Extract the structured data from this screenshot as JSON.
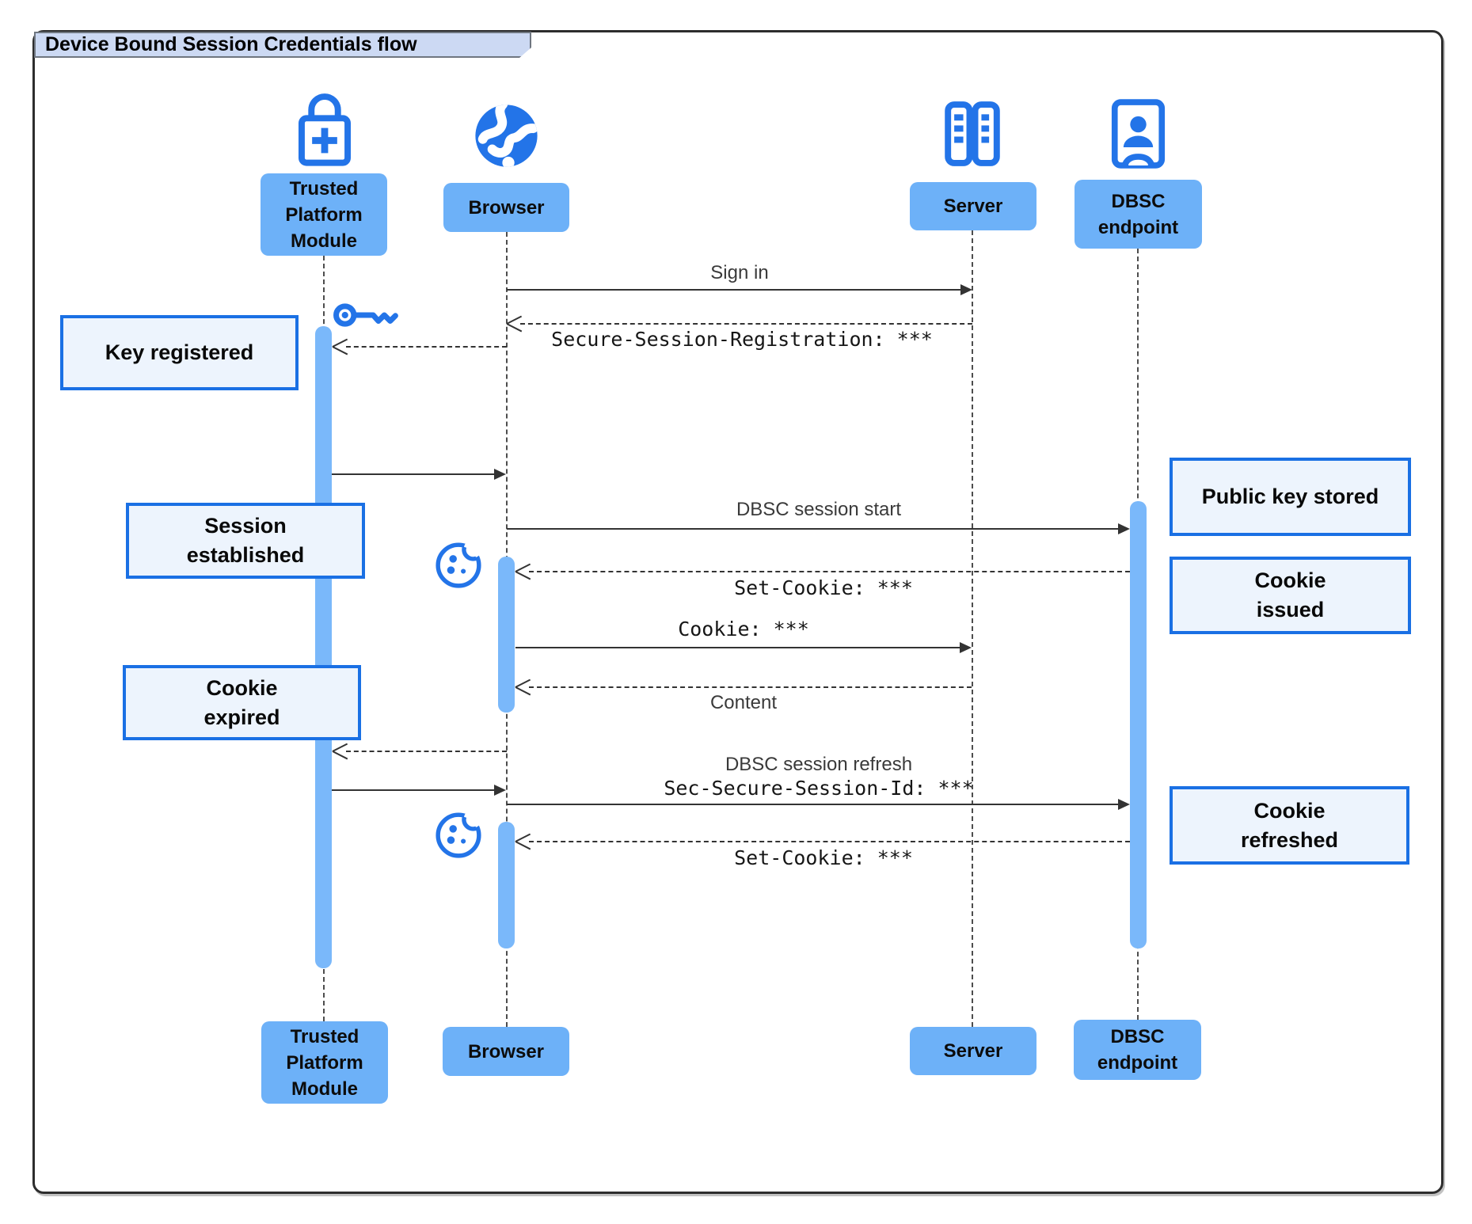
{
  "diagram": {
    "title": "Device Bound Session Credentials flow"
  },
  "actors": {
    "tpm": {
      "label": "Trusted\nPlatform\nModule",
      "icon": "lock-plus-icon"
    },
    "browser": {
      "label": "Browser",
      "icon": "globe-icon"
    },
    "server": {
      "label": "Server",
      "icon": "server-racks-icon"
    },
    "dbsc": {
      "label": "DBSC\nendpoint",
      "icon": "endpoint-person-icon"
    }
  },
  "messages": {
    "sign_in": "Sign in",
    "secure_session_registration": "Secure-Session-Registration: ***",
    "dbsc_session_start": "DBSC session start",
    "set_cookie": "Set-Cookie: ***",
    "cookie": "Cookie: ***",
    "content": "Content",
    "dbsc_session_refresh": "DBSC session refresh",
    "sec_secure_session_id": "Sec-Secure-Session-Id: ***"
  },
  "notes": {
    "key_registered": "Key registered",
    "session_established": "Session\nestablished",
    "cookie_expired": "Cookie\nexpired",
    "public_key_stored": "Public key stored",
    "cookie_issued": "Cookie\nissued",
    "cookie_refreshed": "Cookie\nrefreshed"
  },
  "colors": {
    "icon-blue": "#2374e8",
    "actor-box": "#6db1f8",
    "activation-bar": "#7ab8fa",
    "note-bg": "#edf4fd",
    "note-border": "#1a70e4",
    "tab-bg": "#ccd9f3",
    "arrow": "#333333",
    "lifeline": "#4d4d4d",
    "message-text": "#3a3a3a",
    "frame-border": "#2d2d2d"
  }
}
